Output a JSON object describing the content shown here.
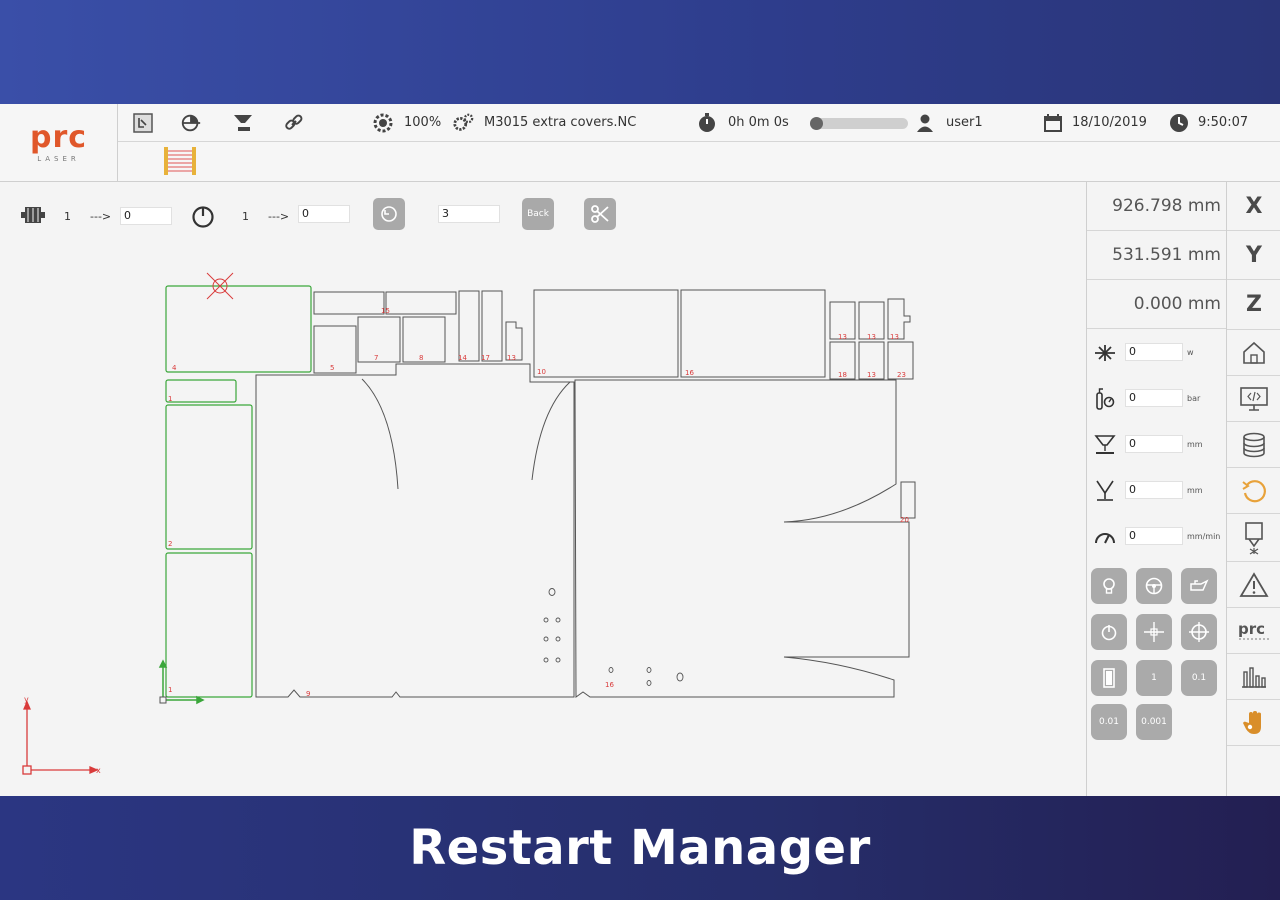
{
  "header": {
    "logo": "prc",
    "logo_sub": "LASER",
    "power": "100%",
    "program": "M3015 extra covers.NC",
    "timer": "0h 0m 0s",
    "progress": 0,
    "user": "user1",
    "date": "18/10/2019",
    "time": "9:50:07"
  },
  "toolbar": {
    "sheet_from": "1",
    "sheet_arrow": "--->",
    "sheet_to": "0",
    "rep_from": "1",
    "rep_arrow": "--->",
    "rep_to": "0",
    "step_value": "3",
    "back_label": "Back"
  },
  "coords": {
    "x": "926.798 mm",
    "y": "531.591 mm",
    "z": "0.000 mm"
  },
  "params": [
    {
      "icon": "laser-power-icon",
      "value": "0",
      "unit": "w"
    },
    {
      "icon": "gas-pressure-icon",
      "value": "0",
      "unit": "bar"
    },
    {
      "icon": "nozzle-height-icon",
      "value": "0",
      "unit": "mm"
    },
    {
      "icon": "focus-icon",
      "value": "0",
      "unit": "mm"
    },
    {
      "icon": "speed-gauge-icon",
      "value": "0",
      "unit": "mm/min"
    }
  ],
  "jog_buttons": {
    "step_1": "1",
    "step_01": "0.1",
    "step_001": "0.01",
    "step_0001": "0.001"
  },
  "axis_labels": {
    "x": "X",
    "y": "Y",
    "z": "Z"
  },
  "canvas": {
    "axis_x": "x",
    "axis_y": "y"
  },
  "caption": "Restart Manager",
  "colors": {
    "accent": "#e0572a",
    "green": "#3aa63a",
    "red": "#d93b3b",
    "button_grey": "#aaaaaa"
  }
}
